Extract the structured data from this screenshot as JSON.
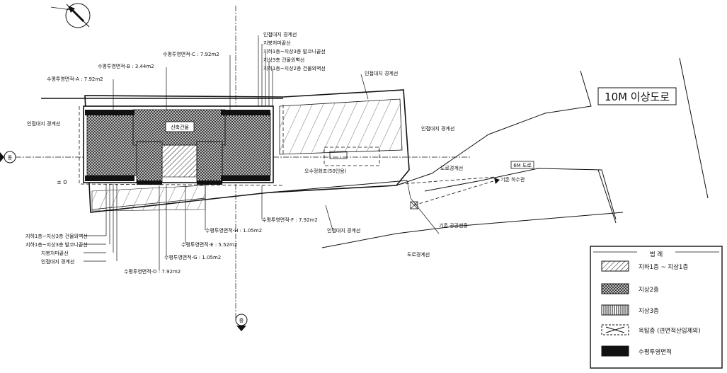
{
  "road_label": "10M 이상도로",
  "callouts": {
    "area_a": "수평투영면적-A : 7.92m2",
    "area_b": "수평투영면적-B : 3.44m2",
    "area_c": "수평투영면적-C : 7.92m2",
    "area_d": "수평투영면적-D : 7.92m2",
    "area_e": "수평투영면적-E : 5.52m2",
    "area_f": "수평투영면적-F : 7.92m2",
    "area_g": "수평투영면적-G : 1.05m2",
    "area_h": "수평투영면적-H : 1.05m2",
    "top_1": "인접대지 경계선",
    "top_2": "지붕처마끝선",
    "top_3": "지하1층~지상3층 발코니끝선",
    "top_4": "지상3층 건물외벽선",
    "top_5": "지하1층~지상2층 건물외벽선",
    "adj_top": "인접대지 경계선",
    "adj_left": "인접대지 경계선",
    "adj_right": "인접대지 경계선",
    "adj_bottom": "인접대지 경계선",
    "road_boundary_1": "도로경계선",
    "road_boundary_2": "도로경계선",
    "left_1": "지하1층~지상3층 건물외벽선",
    "left_2": "지하1층~지상3층 발코니끝선",
    "left_3": "지붕처마끝선",
    "left_4": "인접대지 경계선",
    "sewer_existing": "기존 하수관",
    "manhole": "기존 공공맨홀",
    "new_building": "신축건물",
    "septic": "오수정화조(50인용)",
    "zero_level": "± 0",
    "road_tag": "6M 도로"
  },
  "markers": {
    "north_left": "동",
    "south_bottom": "중"
  },
  "legend": {
    "title": "범 례",
    "items": [
      {
        "label": "지하1층 ~ 지상1층",
        "pattern": "hatch-diag"
      },
      {
        "label": "지상2층",
        "pattern": "hatch-cross"
      },
      {
        "label": "지상3층",
        "pattern": "hatch-vert"
      },
      {
        "label": "옥탑층 (연면적산입제외)",
        "pattern": "x-box"
      },
      {
        "label": "수평투영면적",
        "pattern": "solid"
      }
    ]
  }
}
